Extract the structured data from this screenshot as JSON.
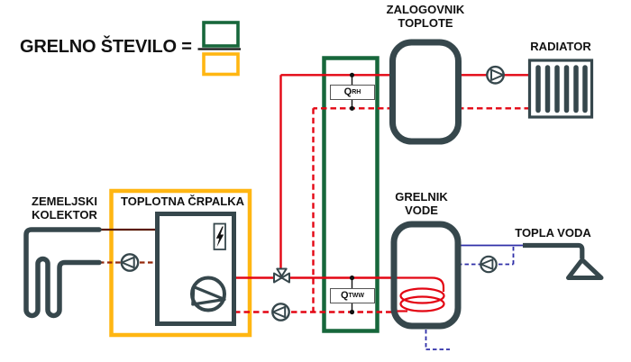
{
  "title": {
    "formula_label": "GRELNO ŠTEVILO ="
  },
  "labels": {
    "storage_line1": "ZALOGOVNIK",
    "storage_line2": "TOPLOTE",
    "radiator": "RADIATOR",
    "collector_line1": "ZEMELJSKI",
    "collector_line2": "KOLEKTOR",
    "heat_pump": "TOPLOTNA ČRPALKA",
    "water_heater_line1": "GRELNIK",
    "water_heater_line2": "VODE",
    "hot_water": "TOPLA VODA"
  },
  "meters": {
    "qrh_symbol": "Q",
    "qrh_sub": "RH",
    "qtww_symbol": "Q",
    "qtww_sub": "TWW"
  },
  "colors": {
    "heating_red": "#E30613",
    "dhw_blue": "#2F2FA8",
    "brine_dark": "#5A1B03",
    "brine_return": "#94280A",
    "component_slate": "#36474C",
    "heat_meter_green": "#17673B",
    "electricity_yellow": "#FFB612",
    "text_black": "#111111"
  }
}
